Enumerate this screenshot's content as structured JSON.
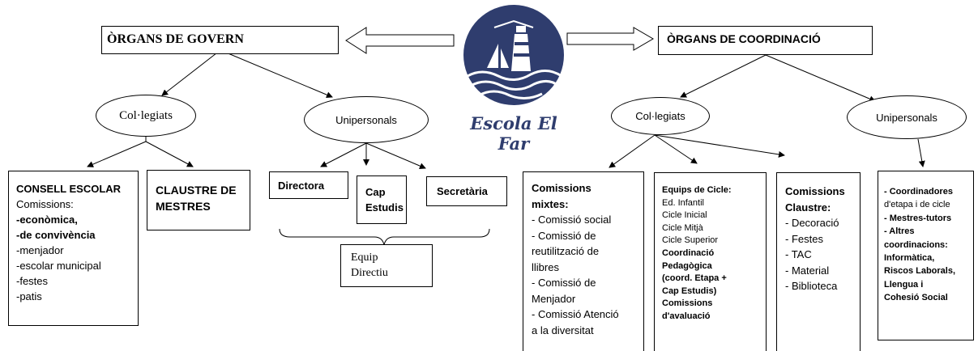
{
  "logo": {
    "name_text": "Escola El Far",
    "brand_color": "#2f3d6e"
  },
  "header": {
    "left_title": "ÒRGANS DE GOVERN",
    "right_title": "ÒRGANS DE COORDINACIÓ"
  },
  "left": {
    "collegiats": "Col·legiats",
    "unipersonals": "Unipersonals",
    "consell": {
      "title": "CONSELL ESCOLAR",
      "lines": [
        "Comissions:",
        "-econòmica,",
        "-de convivència",
        "-menjador",
        "-escolar municipal",
        "-festes",
        "-patis"
      ]
    },
    "claustre": {
      "line1": "CLAUSTRE DE",
      "line2": "MESTRES"
    },
    "directora": "Directora",
    "cap_estudis": {
      "line1": "Cap",
      "line2": "Estudis"
    },
    "secretaria": "Secretària",
    "equip_directiu": {
      "line1": "Equip",
      "line2": "Directiu"
    }
  },
  "right": {
    "collegiats": "Col·legiats",
    "unipersonals": "Unipersonals",
    "comissions_mixtes": {
      "title1": "Comissions",
      "title2": "mixtes:",
      "lines": [
        "- Comissió social",
        "- Comissió de",
        "reutilització de",
        "llibres",
        "- Comissió de",
        "Menjador",
        "- Comissió Atenció",
        "a la diversitat"
      ]
    },
    "equips_cicle": {
      "title": "Equips de Cicle:",
      "lines": [
        "Ed. Infantil",
        "Cicle Inicial",
        "Cicle Mitjà",
        "Cicle Superior"
      ],
      "bold_lines": [
        "Coordinació",
        "Pedagògica",
        "(coord. Etapa +",
        "Cap Estudis)",
        "Comissions",
        "d'avaluació"
      ]
    },
    "comissions_claustre": {
      "title1": "Comissions",
      "title2": "Claustre:",
      "lines": [
        "- Decoració",
        "- Festes",
        "- TAC",
        "- Material",
        "- Biblioteca"
      ]
    },
    "unipersonals_box": {
      "lines": [
        "- Coordinadores",
        "d'etapa i de cicle",
        "- Mestres-tutors",
        "- Altres",
        "coordinacions:",
        "Informàtica,",
        "Riscos Laborals,",
        "Llengua i",
        "Cohesió Social"
      ]
    }
  }
}
